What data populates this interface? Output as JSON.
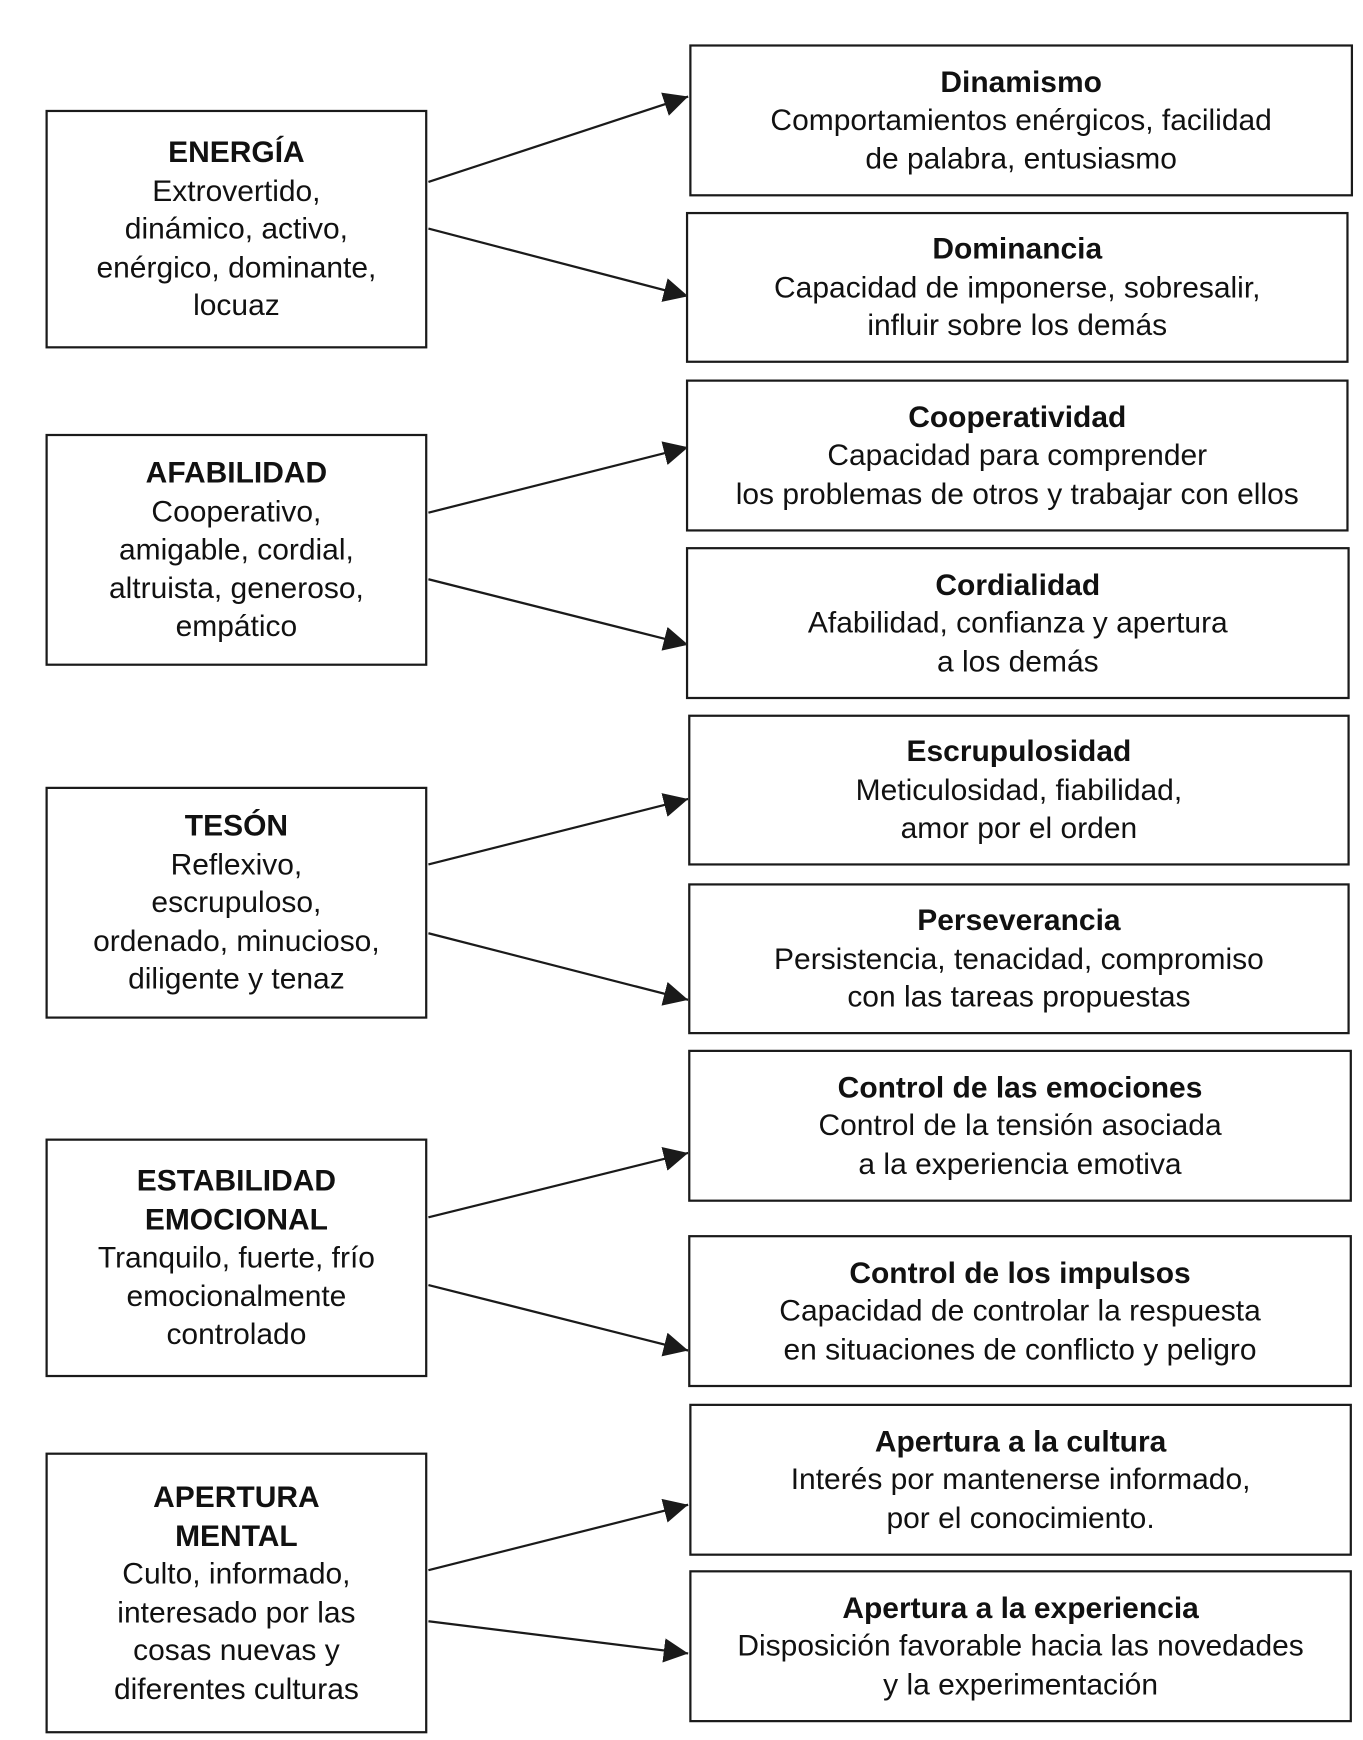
{
  "traits": [
    {
      "title": "ENERGÍA",
      "desc": "Extrovertido,\ndinámico, activo,\nenérgico, dominante,\nlocuaz"
    },
    {
      "title": "AFABILIDAD",
      "desc": "Cooperativo,\namigable, cordial,\naltruista, generoso,\nempático"
    },
    {
      "title": "TESÓN",
      "desc": "Reflexivo,\nescrupuloso,\nordenado, minucioso,\ndiligente y tenaz"
    },
    {
      "title": "ESTABILIDAD\nEMOCIONAL",
      "desc": "Tranquilo, fuerte, frío\nemocionalmente\ncontrolado"
    },
    {
      "title": "APERTURA\nMENTAL",
      "desc": "Culto, informado,\ninteresado por las\ncosas nuevas y\ndiferentes culturas"
    }
  ],
  "subtraits": [
    {
      "title": "Dinamismo",
      "desc": "Comportamientos enérgicos, facilidad\nde palabra, entusiasmo"
    },
    {
      "title": "Dominancia",
      "desc": "Capacidad de imponerse, sobresalir,\ninfluir sobre los demás"
    },
    {
      "title": "Cooperatividad",
      "desc": "Capacidad para comprender\nlos problemas de otros y trabajar con ellos"
    },
    {
      "title": "Cordialidad",
      "desc": "Afabilidad, confianza y apertura\na los demás"
    },
    {
      "title": "Escrupulosidad",
      "desc": "Meticulosidad, fiabilidad,\namor por el orden"
    },
    {
      "title": "Perseverancia",
      "desc": "Persistencia, tenacidad, compromiso\ncon las tareas propuestas"
    },
    {
      "title": "Control de las emociones",
      "desc": "Control de la tensión asociada\na la experiencia emotiva"
    },
    {
      "title": "Control de los impulsos",
      "desc": "Capacidad de controlar la respuesta\nen situaciones de conflicto y peligro"
    },
    {
      "title": "Apertura a la cultura",
      "desc": "Interés por mantenerse informado,\npor el conocimiento."
    },
    {
      "title": "Apertura a la experiencia",
      "desc": "Disposición favorable hacia las novedades\ny la experimentación"
    }
  ],
  "connections": [
    {
      "from": 0,
      "to": 0
    },
    {
      "from": 0,
      "to": 1
    },
    {
      "from": 1,
      "to": 2
    },
    {
      "from": 1,
      "to": 3
    },
    {
      "from": 2,
      "to": 4
    },
    {
      "from": 2,
      "to": 5
    },
    {
      "from": 3,
      "to": 6
    },
    {
      "from": 3,
      "to": 7
    },
    {
      "from": 4,
      "to": 8
    },
    {
      "from": 4,
      "to": 9
    }
  ],
  "colors": {
    "line": "#1a1a1a",
    "text": "#111111",
    "background": "#ffffff"
  }
}
